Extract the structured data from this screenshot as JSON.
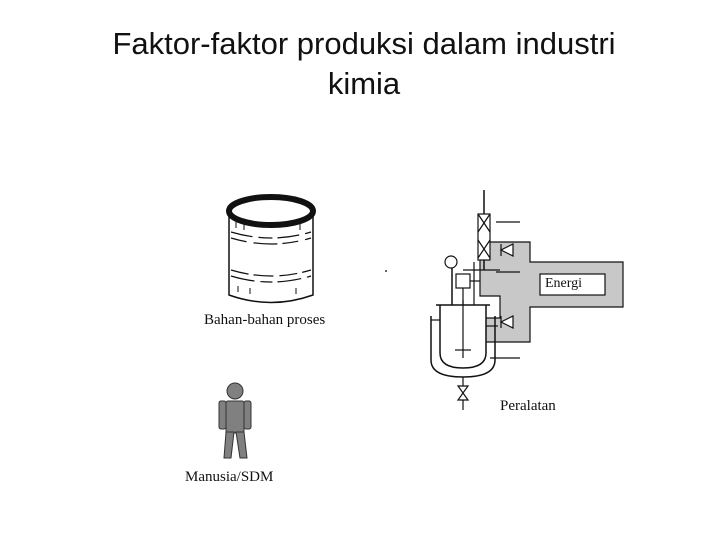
{
  "title": {
    "line1": "Faktor-faktor produksi dalam industri",
    "line2": "kimia"
  },
  "diagram": {
    "materials_label": "Bahan-bahan proses",
    "human_label": "Manusia/SDM",
    "equipment_label": "Peralatan",
    "energy_label": "Energi",
    "colors": {
      "equipment_fill": "#c8c8c8",
      "person_fill": "#808080",
      "line": "#111111"
    }
  }
}
